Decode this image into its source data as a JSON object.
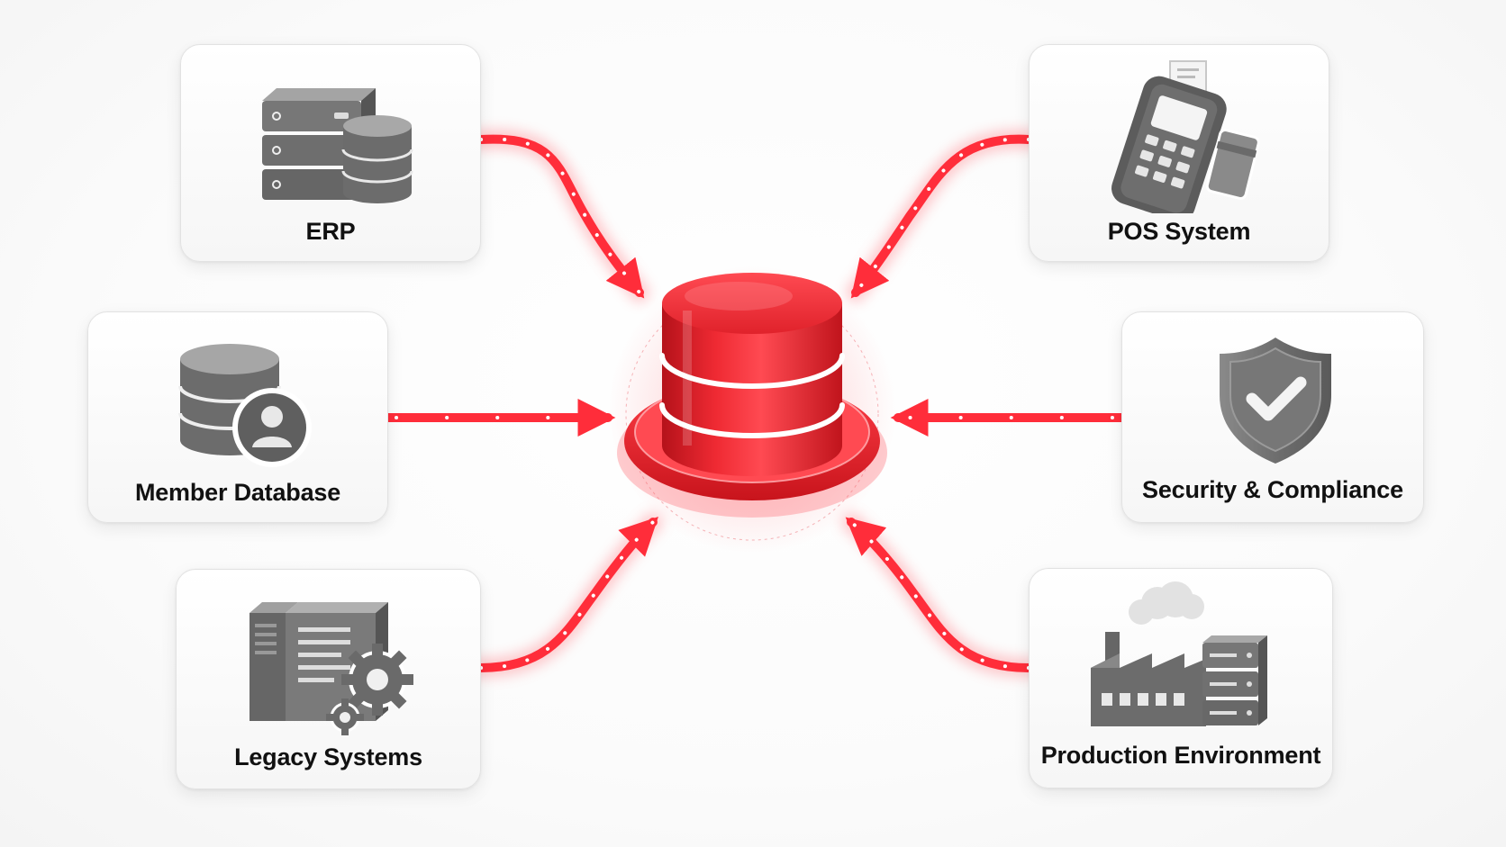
{
  "diagram": {
    "hub": {
      "icon": "database-icon",
      "accent_color": "#e8222c"
    },
    "connector_color": "#ff2d3a",
    "sources": [
      {
        "id": "erp",
        "label": "ERP",
        "icon": "server-database-icon"
      },
      {
        "id": "member",
        "label": "Member Database",
        "icon": "database-user-icon"
      },
      {
        "id": "legacy",
        "label": "Legacy Systems",
        "icon": "legacy-server-gears-icon"
      },
      {
        "id": "pos",
        "label": "POS System",
        "icon": "pos-terminal-icon"
      },
      {
        "id": "security",
        "label": "Security & Compliance",
        "icon": "shield-check-icon"
      },
      {
        "id": "production",
        "label": "Production Environment",
        "icon": "factory-server-icon"
      }
    ]
  }
}
